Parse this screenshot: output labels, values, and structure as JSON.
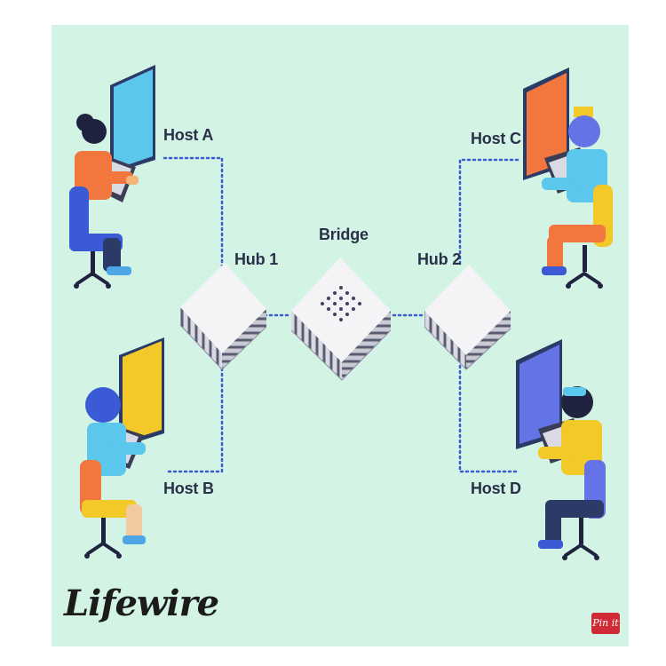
{
  "labels": {
    "host_a": "Host A",
    "host_b": "Host B",
    "host_c": "Host C",
    "host_d": "Host D",
    "hub_1": "Hub 1",
    "hub_2": "Hub 2",
    "bridge": "Bridge"
  },
  "brand": "Lifewire",
  "pin_button": "Pin it",
  "colors": {
    "background": "#d3f4e4",
    "link": "#3b5bd6",
    "monitor_a": "#5bc7ec",
    "monitor_b": "#f2c928",
    "monitor_c": "#f2773f",
    "monitor_d": "#6473e6",
    "device": "#f4f4f6",
    "text": "#2a2f4a"
  }
}
